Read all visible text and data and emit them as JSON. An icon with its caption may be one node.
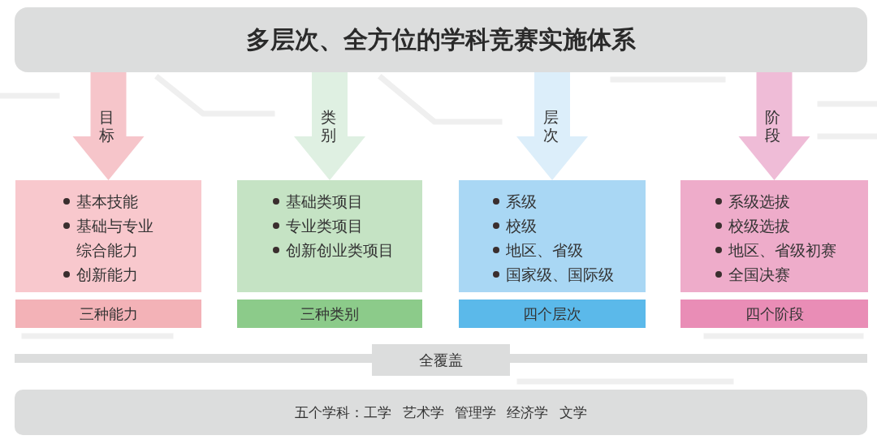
{
  "diagram": {
    "nodes": [
      {
        "text": [
          "多层次、全方位的学科竞赛实施体系"
        ]
      },
      {
        "text": [
          "基本技能",
          "基础与专业综合能力",
          "创新能力"
        ]
      },
      {
        "text": [
          "基础类项目",
          "专业类项目",
          "创新创业类项目"
        ]
      },
      {
        "text": [
          "系级",
          "校级",
          "地区、省级",
          "国家级、国际级"
        ]
      },
      {
        "text": [
          "系级选拔",
          "校级选拔",
          "地区、省级初赛",
          "全国决赛"
        ]
      },
      {
        "text": [
          "三种能力"
        ]
      },
      {
        "text": [
          "三种类别"
        ]
      },
      {
        "text": [
          "四个层次"
        ]
      },
      {
        "text": [
          "四个阶段"
        ]
      },
      {
        "text": [
          "全覆盖"
        ]
      },
      {
        "text": [
          "五个学科：工学 艺术学 管理学 经济学 文学"
        ]
      }
    ],
    "edges": [
      {
        "from": 0,
        "to": 1,
        "arrow": "to",
        "label": "目标",
        "color": "#f6c5ca"
      },
      {
        "from": 0,
        "to": 2,
        "arrow": "to",
        "label": "类别",
        "color": "#dff0e2"
      },
      {
        "from": 0,
        "to": 3,
        "arrow": "to",
        "label": "层次",
        "color": "#dceefa"
      },
      {
        "from": 0,
        "to": 4,
        "arrow": "to",
        "label": "阶段",
        "color": "#efbcd7"
      }
    ]
  }
}
